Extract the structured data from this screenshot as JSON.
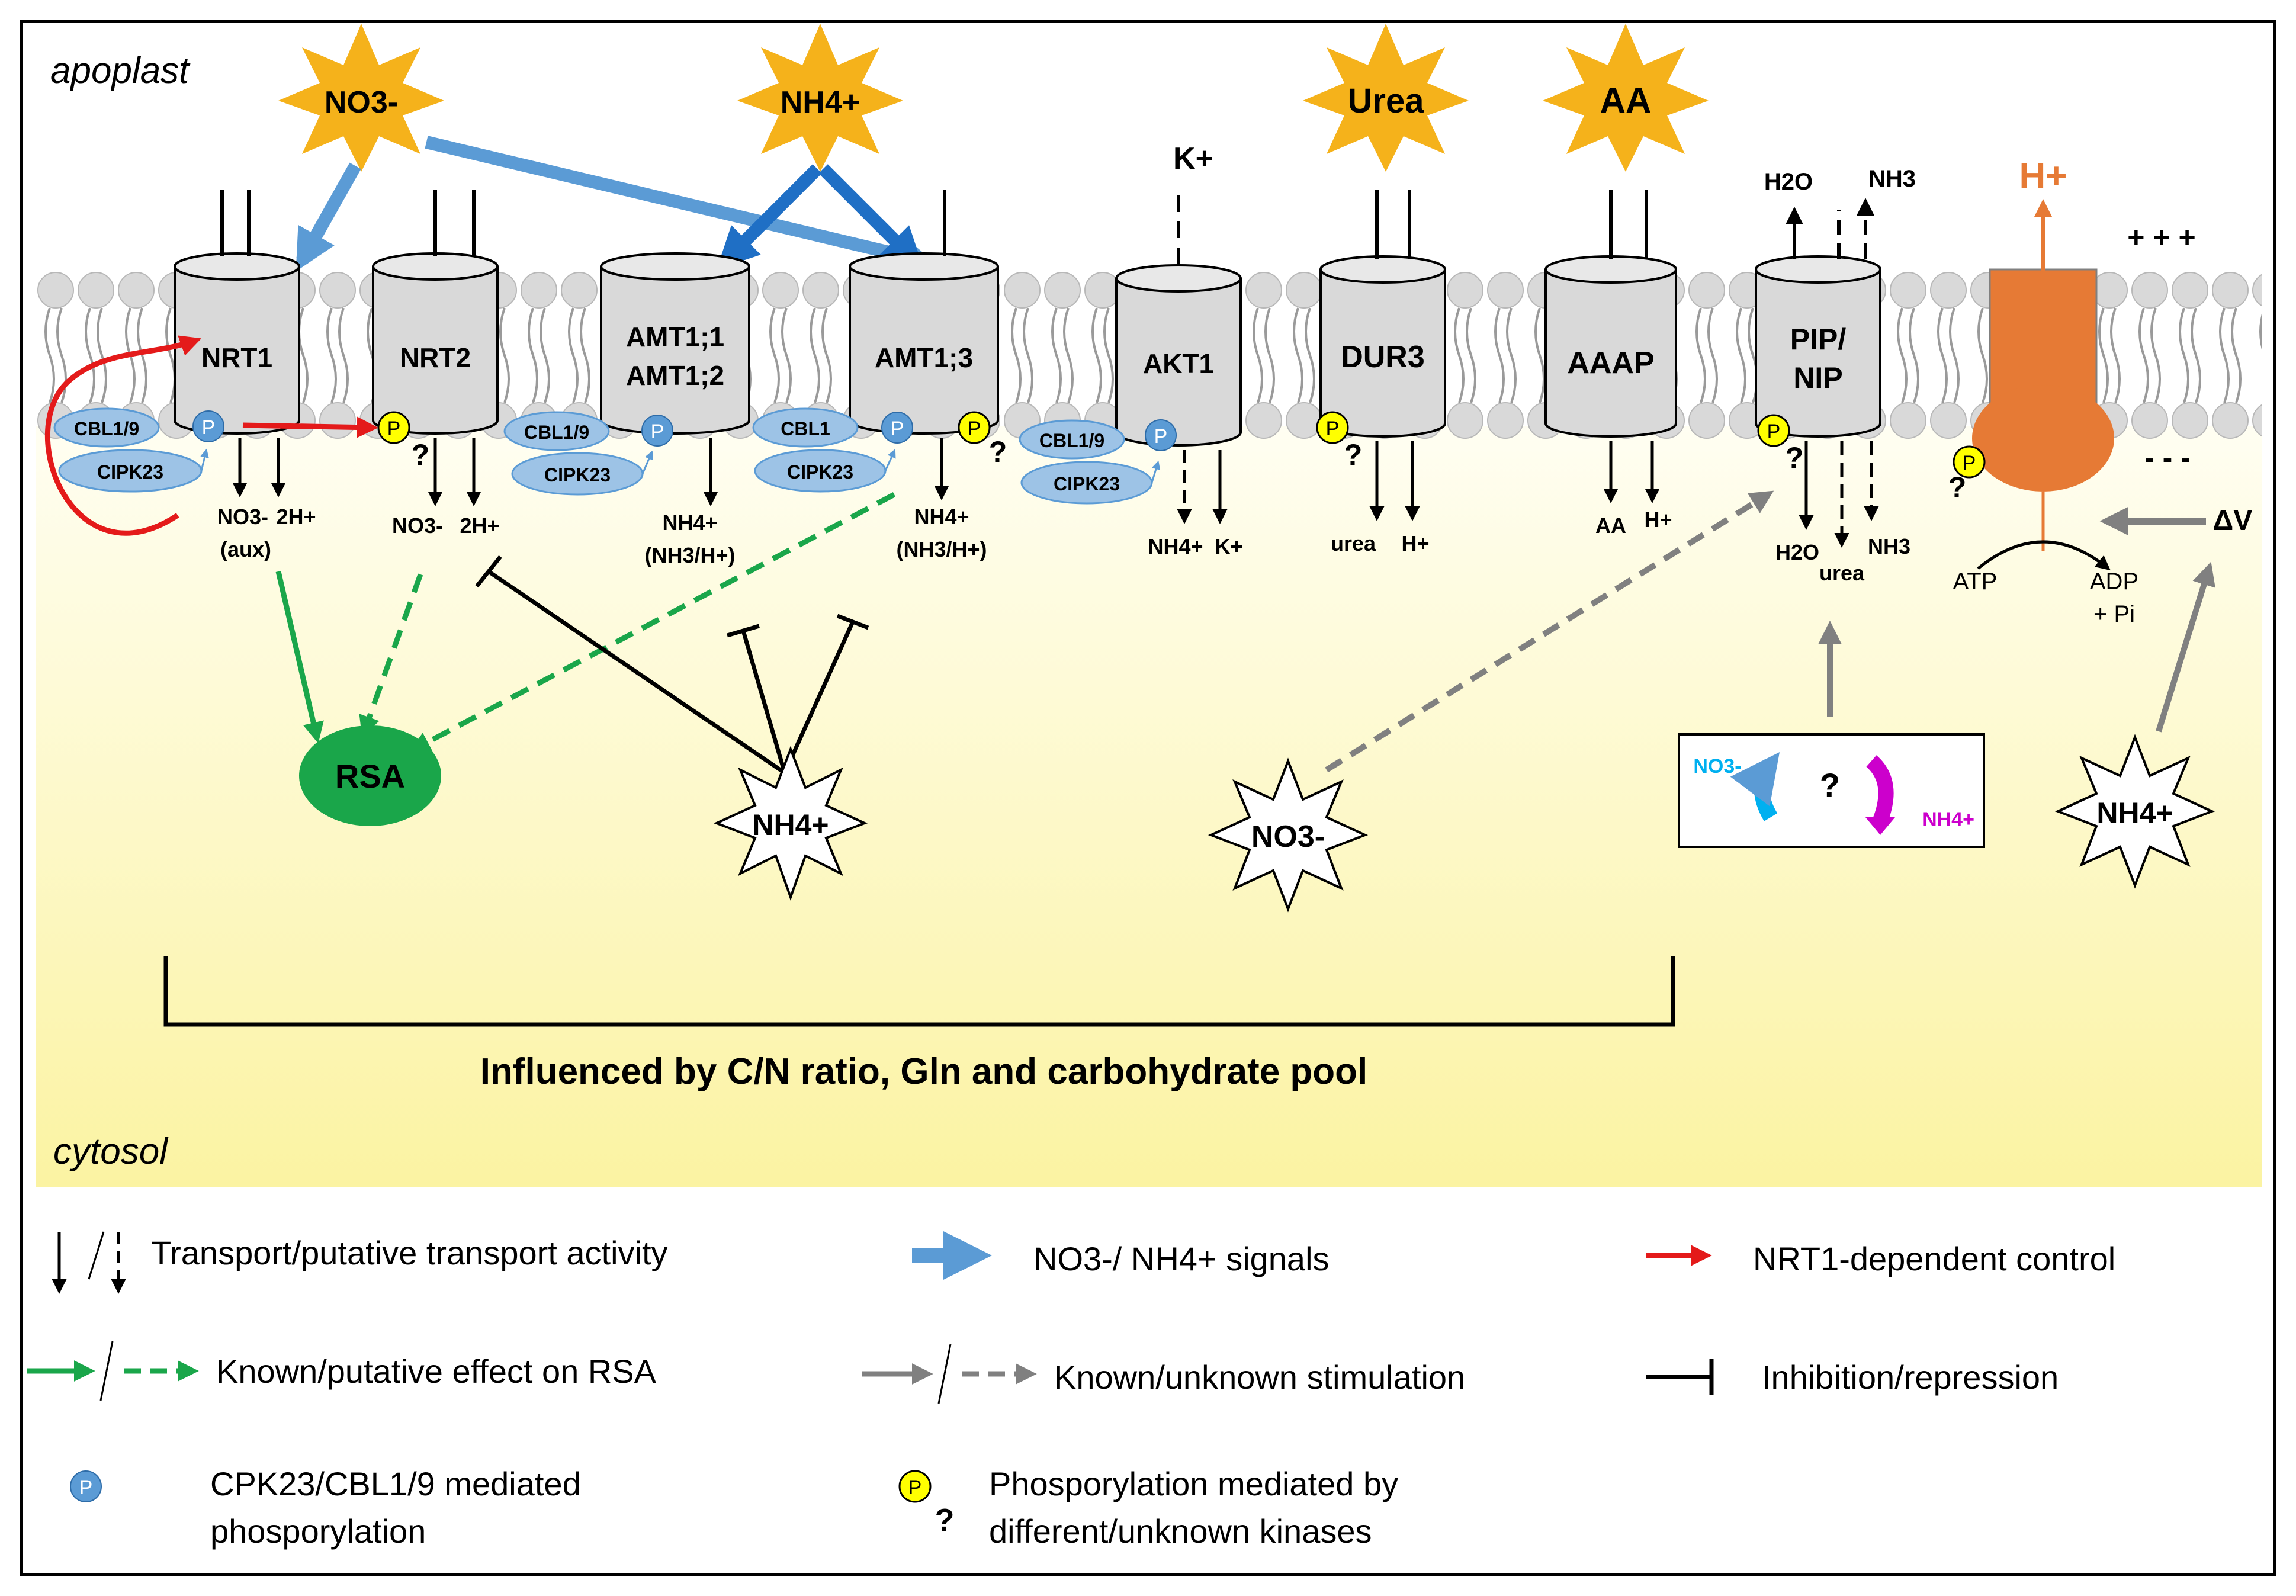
{
  "compartments": {
    "apoplast": "apoplast",
    "cytosol": "cytosol"
  },
  "signals": {
    "no3_ext": "NO3-",
    "nh4_ext": "NH4+",
    "urea_ext": "Urea",
    "aa_ext": "AA",
    "k_plus": "K+",
    "h2o_top": "H2O",
    "nh3_top": "NH3",
    "h_plus_top": "H+",
    "plus_signs": "+ + +",
    "minus_signs": "- - -"
  },
  "transporters": {
    "nrt1": "NRT1",
    "nrt2": "NRT2",
    "amt11": "AMT1;1",
    "amt12": "AMT1;2",
    "amt13": "AMT1;3",
    "akt1": "AKT1",
    "dur3": "DUR3",
    "aaap": "AAAP",
    "pip": "PIP/",
    "nip": "NIP"
  },
  "kinases": {
    "cbl19": "CBL1/9",
    "cipk23": "CIPK23",
    "cbl1": "CBL1",
    "p": "P",
    "q": "?"
  },
  "products": {
    "nrt1_no3": "NO3-",
    "nrt1_h": "2H+",
    "aux": "(aux)",
    "nrt2_no3": "NO3-",
    "nrt2_h": "2H+",
    "amt1_nh4": "NH4+",
    "amt1_sub": "(NH3/H+)",
    "amt13_nh4": "NH4+",
    "amt13_sub": "(NH3/H+)",
    "akt1_nh4": "NH4+",
    "akt1_k": "K+",
    "dur3_urea": "urea",
    "dur3_h": "H+",
    "aaap_aa": "AA",
    "aaap_h": "H+",
    "pip_h2o": "H2O",
    "pip_urea": "urea",
    "pip_nh3": "NH3",
    "atp": "ATP",
    "adp": "ADP",
    "pi": "+ Pi",
    "dv": "ΔV"
  },
  "cyto": {
    "rsa": "RSA",
    "nh4_in": "NH4+",
    "no3_in": "NO3-",
    "nh4_right": "NH4+",
    "box_no3": "NO3-",
    "box_nh4": "NH4+",
    "box_q": "?",
    "bracket_text": "Influenced by C/N ratio, Gln and carbohydrate pool"
  },
  "legend": {
    "transport": "Transport/putative transport activity",
    "signals": "NO3-/ NH4+ signals",
    "nrt1_ctrl": "NRT1-dependent control",
    "rsa_effect": "Known/putative effect on RSA",
    "stimulation": "Known/unknown stimulation",
    "inhibition": "Inhibition/repression",
    "cpk_line1": "CPK23/CBL1/9 mediated",
    "cpk_line2": "phosporylation",
    "phos_line1": "Phosporylation mediated by",
    "phos_line2": "different/unknown kinases"
  },
  "colors": {
    "blue_arrow": "#5b9bd5",
    "dark_blue_arrow": "#1f6fc5",
    "red": "#e41a1a",
    "green": "#1aa64a",
    "grey": "#808080",
    "orange": "#e67a35",
    "starburst": "#f5b21b",
    "cytosol_top": "#fffef2",
    "cytosol_bottom": "#fbf3a2",
    "kinase_fill": "#9dc3e6",
    "p_blue": "#5b9bd5",
    "p_yellow": "#ffff00"
  }
}
